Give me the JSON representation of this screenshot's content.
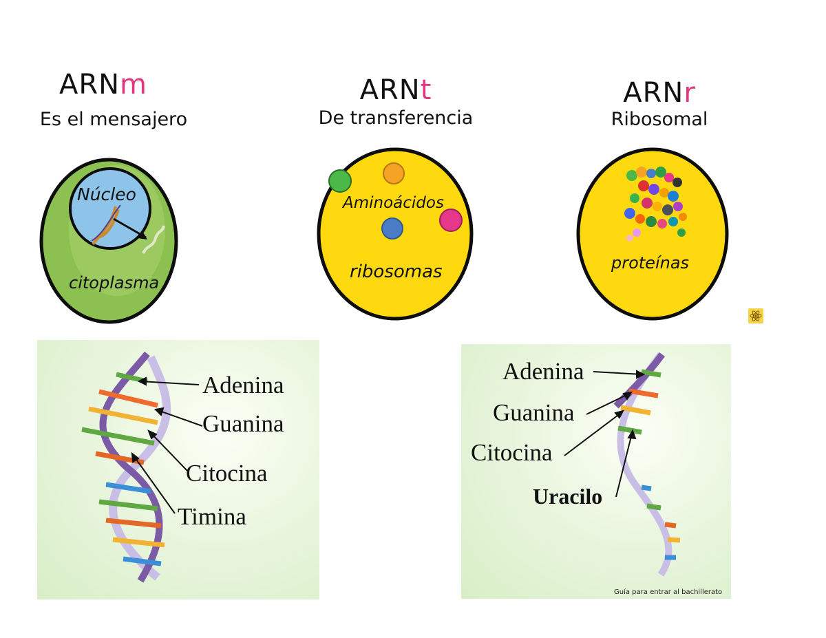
{
  "types": [
    {
      "prefix": "ARN",
      "suffix": "m",
      "subtitle": "Es el mensajero"
    },
    {
      "prefix": "ARN",
      "suffix": "t",
      "subtitle": "De transferencia"
    },
    {
      "prefix": "ARN",
      "suffix": "r",
      "subtitle": "Ribosomal"
    }
  ],
  "cell_m": {
    "nucleus_label": "Núcleo",
    "cytoplasm_label": "citoplasma"
  },
  "cell_t": {
    "aminoacids_label": "Aminoácidos",
    "ribosomes_label": "ribosomas"
  },
  "cell_r": {
    "proteins_label": "proteínas"
  },
  "dna_panel": {
    "labels": [
      "Adenina",
      "Guanina",
      "Citocina",
      "Timina"
    ]
  },
  "rna_panel": {
    "labels": [
      "Adenina",
      "Guanina",
      "Citocina",
      "Uracilo"
    ],
    "footer": "Guía para entrar al bachillerato"
  },
  "colors": {
    "accent": "#e3367f",
    "cell_green": "#8cc152",
    "cell_yellow": "#ffd90f",
    "nucleus_blue": "#8ec3ea",
    "helix_purple": "#7b5aa6",
    "helix_lilac": "#c9bfe6"
  }
}
